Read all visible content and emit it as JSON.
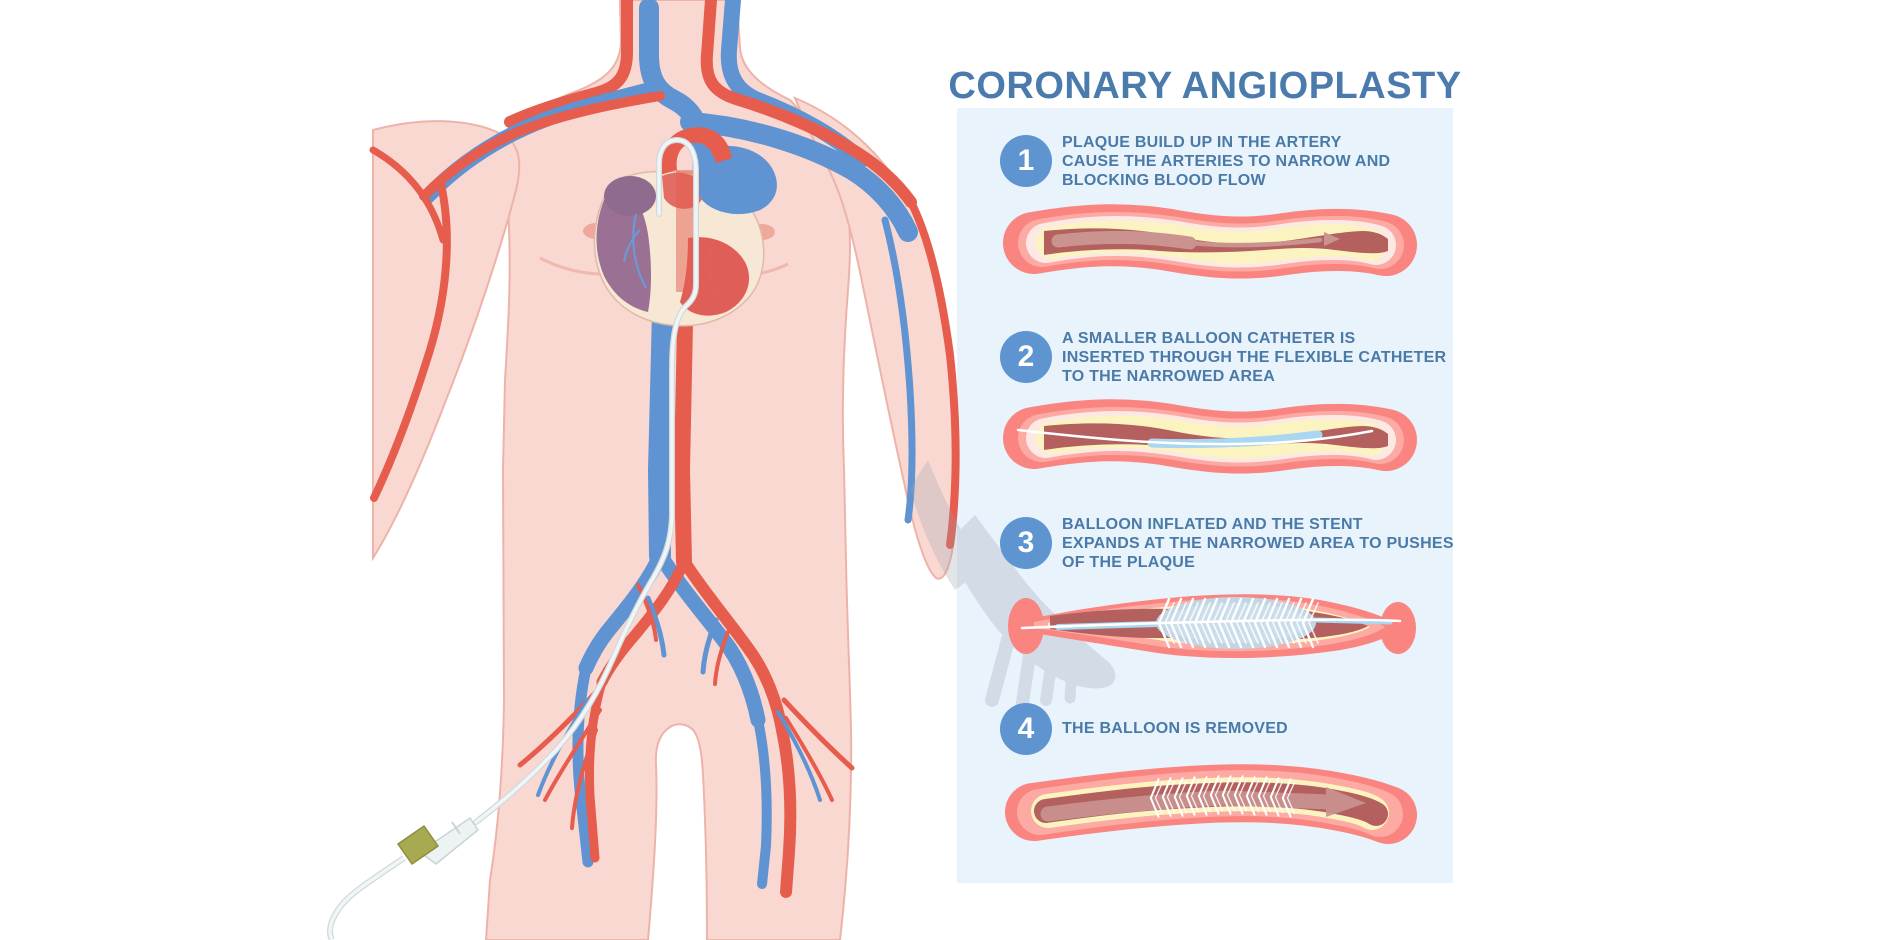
{
  "title": "CORONARY ANGIOPLASTY",
  "steps": [
    {
      "number": "1",
      "lines": [
        "PLAQUE BUILD UP IN THE ARTERY",
        "CAUSE THE ARTERIES TO NARROW AND",
        "BLOCKING BLOOD FLOW"
      ],
      "illustration": "artery-cross-section-plaque-narrowing"
    },
    {
      "number": "2",
      "lines": [
        "A SMALLER BALLOON CATHETER IS",
        "INSERTED THROUGH THE FLEXIBLE CATHETER",
        "TO THE NARROWED AREA"
      ],
      "illustration": "artery-cross-section-balloon-catheter-inserted"
    },
    {
      "number": "3",
      "lines": [
        "BALLOON INFLATED AND THE STENT",
        "EXPANDS AT THE NARROWED AREA TO PUSHES",
        "OF THE PLAQUE"
      ],
      "illustration": "artery-cross-section-balloon-inflated-stent-expanded"
    },
    {
      "number": "4",
      "lines": [
        "THE BALLOON IS REMOVED"
      ],
      "illustration": "artery-cross-section-stent-in-place-restored-flow"
    }
  ],
  "figure": {
    "label": "human-torso-cardiovascular-system-with-femoral-catheter"
  },
  "colors": {
    "panel_background": "#e9f3fc",
    "title_text": "#4b7bad",
    "step_text": "#4a7aa8",
    "step_badge": "#5e95d0",
    "step_badge_number": "#ffffff",
    "skin": "#f9d8d2",
    "artery_red": "#e65c4d",
    "vein_blue": "#5f93d2",
    "vessel_outer_salmon": "#f98480",
    "vessel_lining_pink": "#fcaaa3",
    "plaque_yellow": "#fbf4c0",
    "lumen_dark_red": "#b3605e",
    "flow_arrow": "#ca9390",
    "balloon_blue": "#a9d6f0",
    "balloon_body_gray_blue": "#c2d5e3",
    "stent_white": "#ffffff",
    "catheter_wire": "#f1f5f6",
    "catheter_hub_olive": "#a8aa52"
  }
}
